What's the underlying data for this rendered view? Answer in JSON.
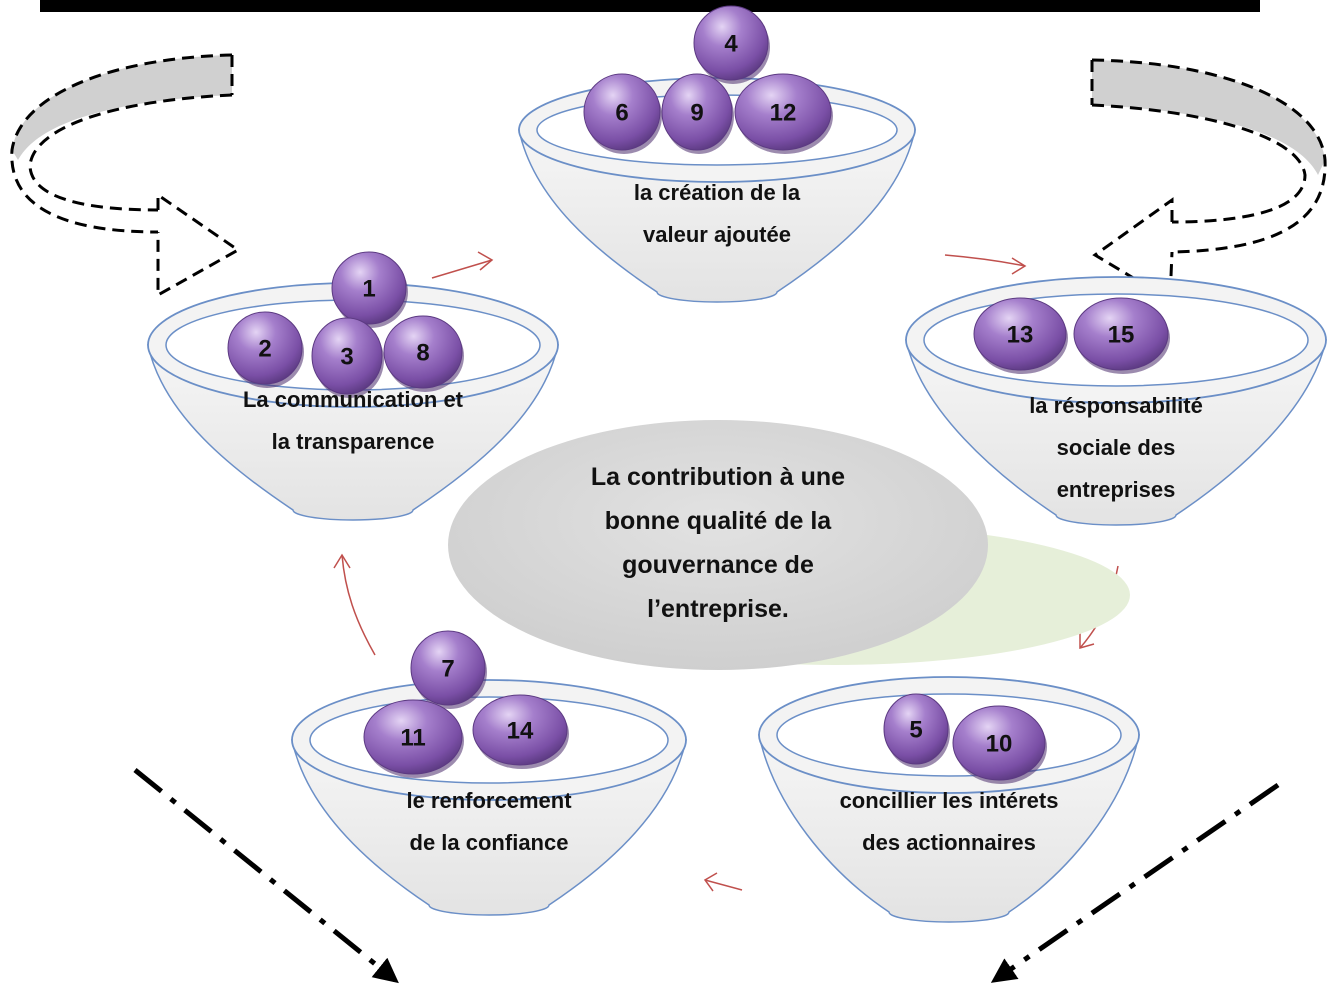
{
  "funnels": [
    {
      "id": "communication",
      "lines": [
        "La communication et",
        "la transparence"
      ],
      "balls": [
        "1",
        "2",
        "3",
        "8"
      ]
    },
    {
      "id": "creation",
      "lines": [
        "la création de la",
        "valeur ajoutée"
      ],
      "balls": [
        "4",
        "6",
        "9",
        "12"
      ]
    },
    {
      "id": "responsabilite",
      "lines": [
        "la résponsabilité",
        "sociale des",
        "entreprises"
      ],
      "balls": [
        "13",
        "15"
      ]
    },
    {
      "id": "interets",
      "lines": [
        "concillier les intérets",
        "des actionnaires"
      ],
      "balls": [
        "5",
        "10"
      ]
    },
    {
      "id": "confiance",
      "lines": [
        "le renforcement",
        "de la confiance"
      ],
      "balls": [
        "7",
        "11",
        "14"
      ]
    }
  ],
  "center": {
    "lines": [
      "La contribution à une",
      "bonne qualité de la",
      "gouvernance de",
      "l’entreprise."
    ]
  },
  "colors": {
    "ball": "#8e62b8",
    "ball_highlight": "#d7c3ec",
    "ball_dark": "#5c3a82",
    "funnel_fill": "#ececec",
    "funnel_stroke": "#6b8fc7",
    "center_ellipse": "#d6d6d6",
    "shadow_ellipse": "#e6efd9",
    "flow_arrow": "#c0504d",
    "top_bar": "#000000"
  }
}
